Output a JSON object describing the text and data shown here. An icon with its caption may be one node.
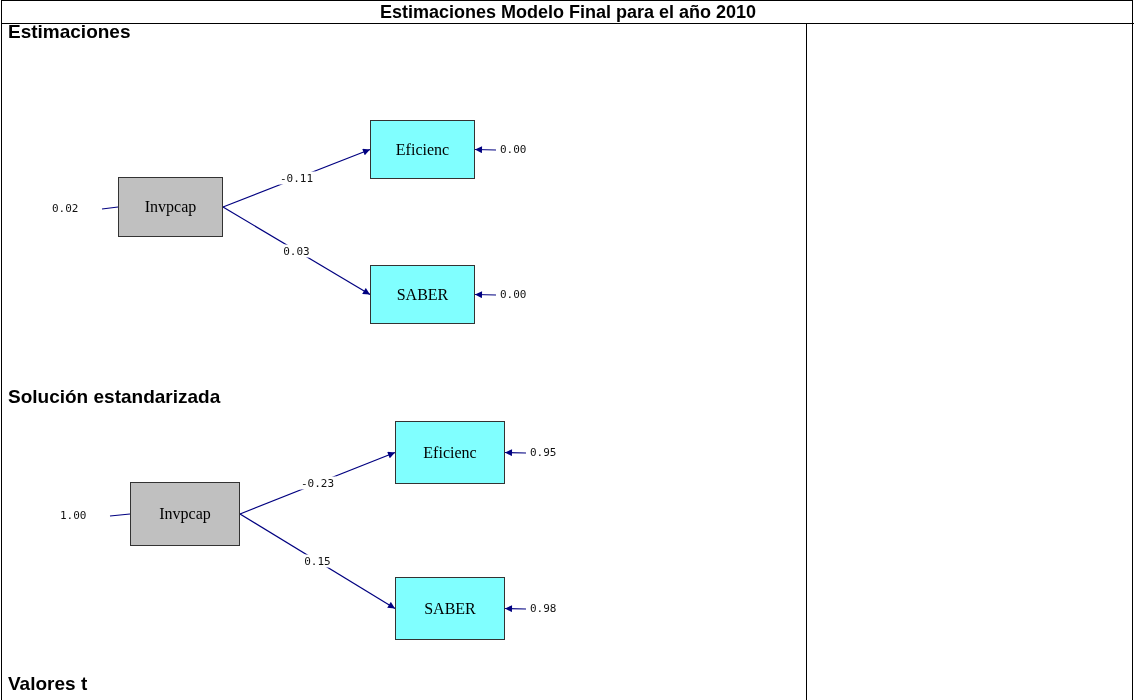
{
  "diagram": {
    "title": "Estimaciones Modelo Final para el año 2010",
    "nodes": [
      {
        "text": [
          "0.02"
        ]
      },
      {
        "text": [
          "Invpcap"
        ]
      },
      {
        "text": [
          "Eficienc"
        ]
      },
      {
        "text": [
          "0.00"
        ]
      },
      {
        "text": [
          "SABER"
        ]
      },
      {
        "text": [
          "0.00"
        ]
      },
      {
        "text": [
          "1.00"
        ]
      },
      {
        "text": [
          "Invpcap"
        ]
      },
      {
        "text": [
          "Eficienc"
        ]
      },
      {
        "text": [
          "0.95"
        ]
      },
      {
        "text": [
          "SABER"
        ]
      },
      {
        "text": [
          "0.98"
        ]
      }
    ],
    "edges": [
      {
        "from": 0,
        "to": 1,
        "arrow": "none"
      },
      {
        "from": 1,
        "to": 2,
        "arrow": "to",
        "label": "-0.11"
      },
      {
        "from": 1,
        "to": 4,
        "arrow": "to",
        "label": "0.03"
      },
      {
        "from": 3,
        "to": 2,
        "arrow": "to"
      },
      {
        "from": 5,
        "to": 4,
        "arrow": "to"
      },
      {
        "from": 6,
        "to": 7,
        "arrow": "none"
      },
      {
        "from": 7,
        "to": 8,
        "arrow": "to",
        "label": "-0.23"
      },
      {
        "from": 7,
        "to": 10,
        "arrow": "to",
        "label": "0.15"
      },
      {
        "from": 9,
        "to": 8,
        "arrow": "to"
      },
      {
        "from": 11,
        "to": 10,
        "arrow": "to"
      }
    ],
    "labels": [
      "Estimaciones",
      "Solución estandarizada",
      "Valores t"
    ]
  }
}
